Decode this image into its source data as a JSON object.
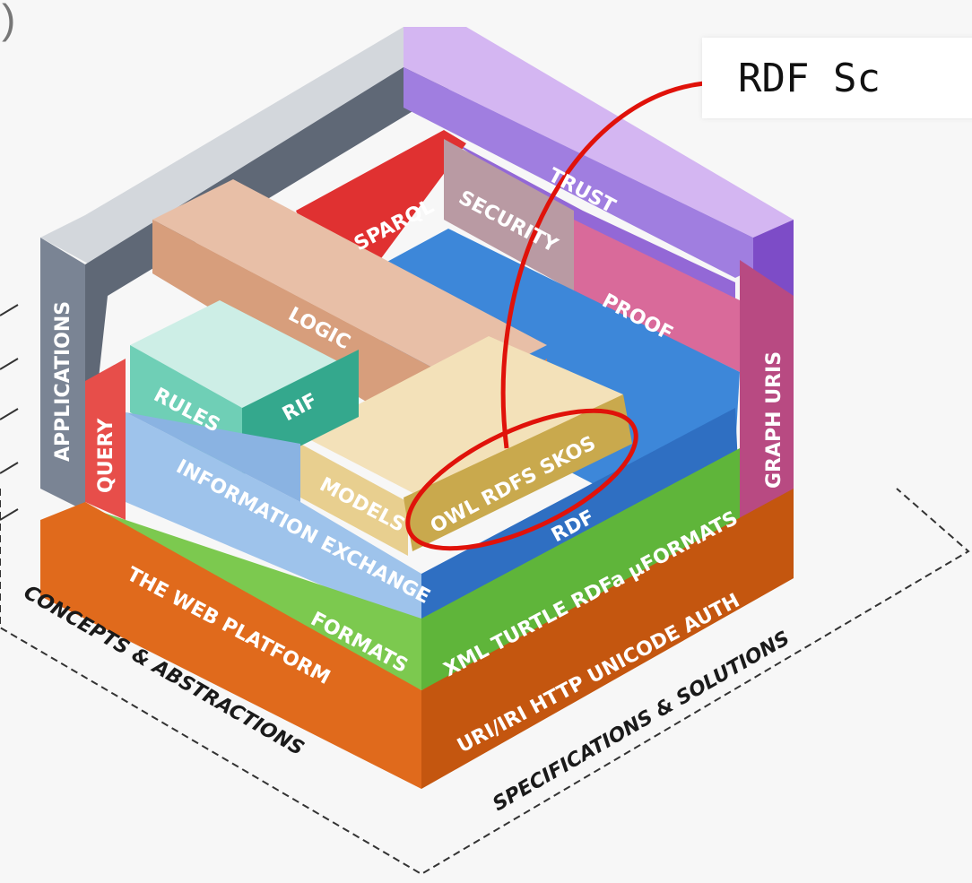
{
  "top_left_fragment": ")",
  "callout": {
    "text": "RDF Sc",
    "colors": {
      "line": "#e0120a",
      "box": "#ffffff"
    }
  },
  "cube": {
    "layers": {
      "applications": "APPLICATIONS",
      "query": "QUERY",
      "rules": "RULES",
      "rif": "RIF",
      "logic": "LOGIC",
      "sparql": "SPARQL",
      "security": "SECURITY",
      "trust": "TRUST",
      "proof": "PROOF",
      "graph_uris": "GRAPH URIS",
      "models": "MODELS",
      "owl_rdfs_skos": "OWL  RDFS  SKOS",
      "rdf": "RDF",
      "information_exchange": "INFORMATION EXCHANGE",
      "formats_row": "XML  TURTLE  RDFa  μFORMATS",
      "formats": "FORMATS",
      "the_web_platform": "THE WEB PLATFORM",
      "uri_row": "URI/IRI  HTTP  UNICODE  AUTH"
    },
    "floor_labels": {
      "left": "CONCEPTS & ABSTRACTIONS",
      "right": "SPECIFICATIONS & SOLUTIONS"
    }
  }
}
